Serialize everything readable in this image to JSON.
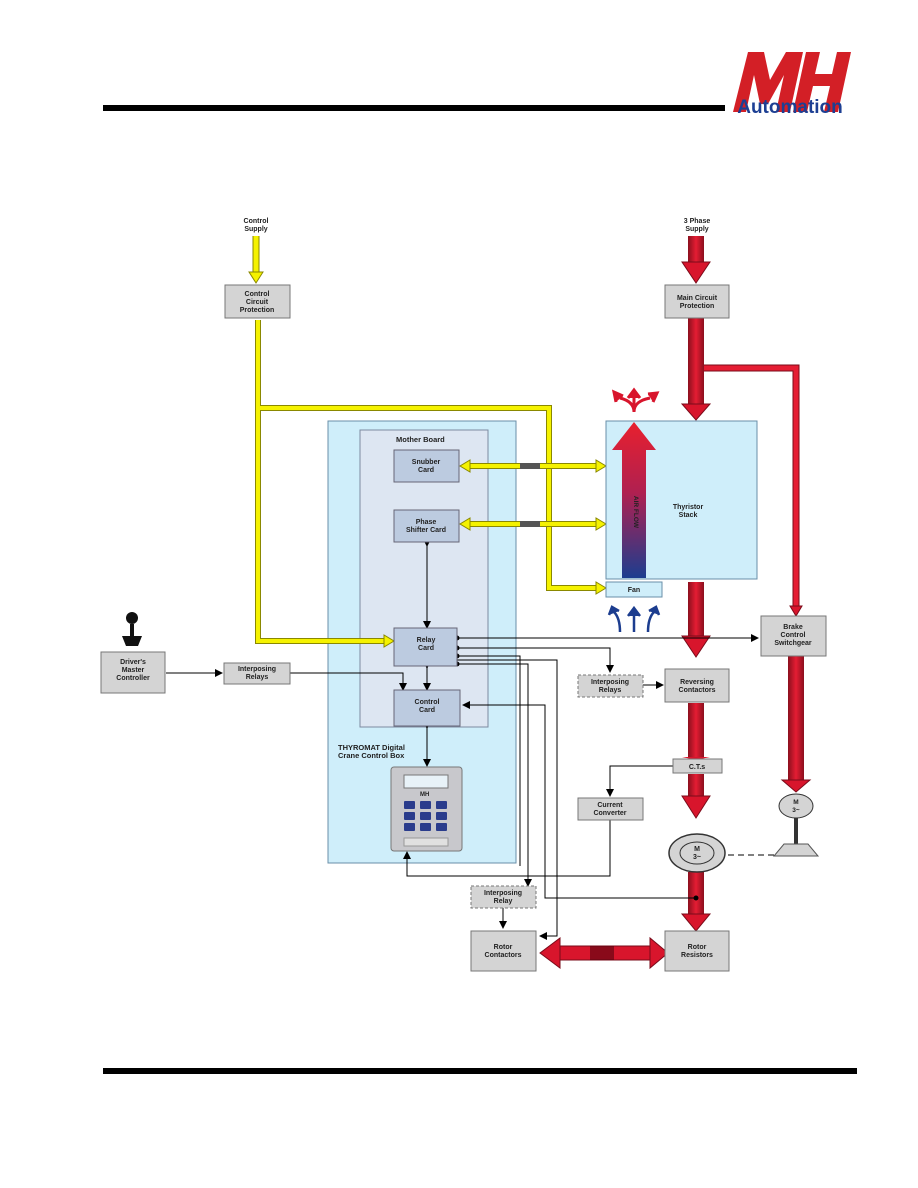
{
  "brand": {
    "logo_letters": "MH",
    "logo_word": "Automation",
    "logo_red": "#d31f26",
    "logo_blue": "#1d3f93"
  },
  "colors": {
    "control": "#f5f200",
    "control_edge": "#8a8800",
    "power": "#d8152c",
    "power_edge": "#7a0b1a",
    "panel_outer": "#cfeefa",
    "panel_inner": "#dde6f2",
    "card": "#bccbe0",
    "box": "#d4d4d4",
    "airflow_blue": "#1c3d8f"
  },
  "labels": {
    "control_supply": [
      "Control",
      "Supply"
    ],
    "control_protection": [
      "Control",
      "Circuit",
      "Protection"
    ],
    "three_phase": [
      "3 Phase",
      "Supply"
    ],
    "main_protection": [
      "Main Circuit",
      "Protection"
    ],
    "mother_board": "Mother Board",
    "snubber": [
      "Snubber",
      "Card"
    ],
    "phase_shifter": [
      "Phase",
      "Shifter Card"
    ],
    "thyristor": [
      "Thyristor",
      "Stack"
    ],
    "air_flow": "AIR FLOW",
    "fan": "Fan",
    "relay_card": [
      "Relay",
      "Card"
    ],
    "control_card": [
      "Control",
      "Card"
    ],
    "drivers_master": [
      "Driver's",
      "Master",
      "Controller"
    ],
    "interposing_relays_1": [
      "Interposing",
      "Relays"
    ],
    "interposing_relays_2": [
      "Interposing",
      "Relays"
    ],
    "reversing": [
      "Reversing",
      "Contactors"
    ],
    "brake": [
      "Brake",
      "Control",
      "Switchgear"
    ],
    "thyromat": [
      "THYROMAT Digital",
      "Crane Control Box"
    ],
    "cts": "C.T.s",
    "current_converter": [
      "Current",
      "Converter"
    ],
    "motor_main": [
      "M",
      "3~"
    ],
    "motor_brake": [
      "M",
      "3~"
    ],
    "interposing_relay": [
      "Interposing",
      "Relay"
    ],
    "rotor_contactors": [
      "Rotor",
      "Contactors"
    ],
    "rotor_resistors": [
      "Rotor",
      "Resistors"
    ]
  }
}
